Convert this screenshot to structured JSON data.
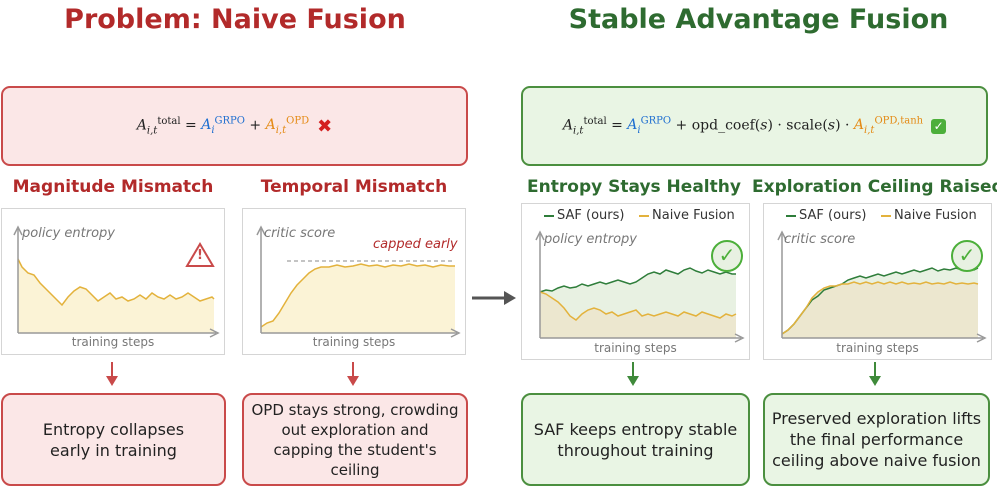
{
  "left": {
    "title": "Problem: Naive Fusion",
    "formula": {
      "A": "A",
      "lhs_sub": "i,t",
      "lhs_sup": "total",
      "eq": "=",
      "t1_sub": "i",
      "t1_sup": "GRPO",
      "plus": "+",
      "t2_sub": "i,t",
      "t2_sup": "OPD",
      "mark": "✖"
    },
    "panels": [
      {
        "heading": "Magnitude Mismatch",
        "ylabel": "policy entropy",
        "xlabel": "training steps",
        "warning": "!"
      },
      {
        "heading": "Temporal Mismatch",
        "ylabel": "critic score",
        "xlabel": "training steps",
        "annotation": "capped early"
      }
    ],
    "notes": [
      "Entropy collapses early in training",
      "OPD stays strong, crowding out exploration and capping the student's ceiling"
    ]
  },
  "right": {
    "title": "Stable Advantage Fusion",
    "formula": {
      "A": "A",
      "lhs_sub": "i,t",
      "lhs_sup": "total",
      "eq": "=",
      "t1_sub": "i",
      "t1_sup": "GRPO",
      "plus": "+",
      "coef": "opd_coef(",
      "s": "s",
      "close": ")",
      "dot": "·",
      "scale": "scale(",
      "t3_sub": "i,t",
      "t3_sup": "OPD,tanh",
      "mark": "✓"
    },
    "panels": [
      {
        "heading": "Entropy Stays Healthy",
        "ylabel": "policy entropy",
        "xlabel": "training steps",
        "legend": [
          "SAF (ours)",
          "Naive Fusion"
        ],
        "check": "✓"
      },
      {
        "heading": "Exploration Ceiling Raised",
        "ylabel": "critic score",
        "xlabel": "training steps",
        "legend": [
          "SAF (ours)",
          "Naive Fusion"
        ],
        "check": "✓"
      }
    ],
    "notes": [
      "SAF keeps entropy stable throughout training",
      "Preserved exploration lifts the final performance ceiling above naive fusion"
    ]
  },
  "colors": {
    "red": "#b22a2a",
    "green": "#2e6b30",
    "saf_line": "#2e7d3a",
    "naive_line": "#e3b23c",
    "naive_fill": "#fbf3d6",
    "saf_fill": "#e8f1e2"
  }
}
